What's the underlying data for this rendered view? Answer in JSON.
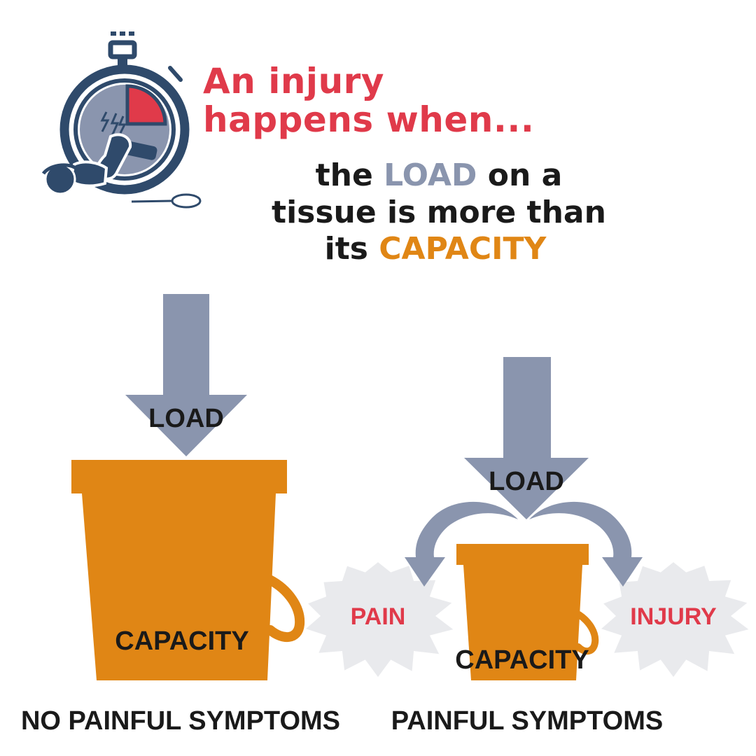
{
  "headline": {
    "line1": "An injury",
    "line2": "happens when...",
    "color": "#e03a4a"
  },
  "subhead": {
    "l1_pre": "the ",
    "l1_load": "LOAD",
    "l1_post": " on a",
    "l2": "tissue is more than",
    "l3_pre": "its ",
    "l3_capacity": "CAPACITY",
    "text_color": "#1a1a1a",
    "load_color": "#8a95ae",
    "capacity_color": "#e08615"
  },
  "left_scene": {
    "arrow_label": "LOAD",
    "bucket_label": "CAPACITY",
    "caption": "NO PAINFUL SYMPTOMS"
  },
  "right_scene": {
    "arrow_label": "LOAD",
    "bucket_label": "CAPACITY",
    "pain_label": "PAIN",
    "injury_label": "INJURY",
    "caption": "PAINFUL SYMPTOMS"
  },
  "colors": {
    "arrow": "#8a95ae",
    "bucket": "#e08615",
    "burst": "#e9eaed",
    "icon_navy": "#2f4a6b",
    "icon_gray": "#8a95ae",
    "alert": "#e03a4a"
  }
}
